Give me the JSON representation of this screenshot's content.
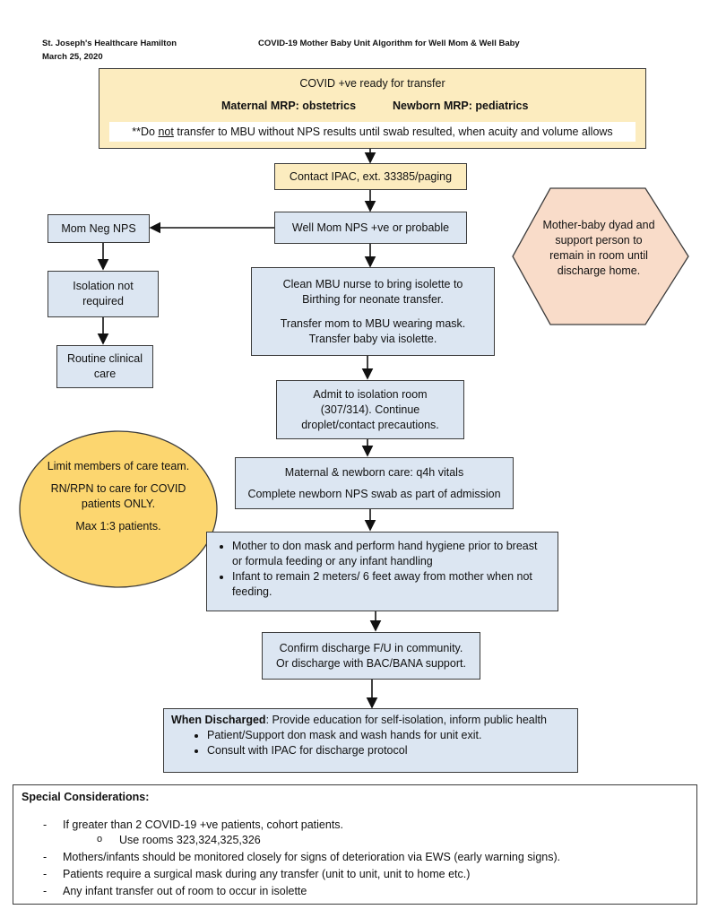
{
  "header": {
    "org": "St. Joseph's Healthcare Hamilton",
    "date": "March 25, 2020",
    "title": "COVID-19 Mother Baby Unit Algorithm for Well Mom & Well Baby"
  },
  "top_box": {
    "line1": "COVID +ve ready for transfer",
    "maternal": "Maternal MRP: obstetrics",
    "newborn": "Newborn MRP: pediatrics",
    "note_pre": "**Do ",
    "note_not": "not",
    "note_post": " transfer to MBU without NPS results until swab resulted, when acuity and volume allows"
  },
  "contact_ipac": "Contact IPAC, ext. 33385/paging",
  "well_mom": "Well Mom NPS +ve or probable",
  "mom_neg": "Mom Neg NPS",
  "isolation_not_required": "Isolation not required",
  "routine_care": "Routine clinical care",
  "clean_nurse": {
    "p1": "Clean MBU nurse to bring isolette to Birthing for neonate transfer.",
    "p2": "Transfer mom to MBU wearing mask. Transfer baby via isolette."
  },
  "admit": "Admit to isolation room (307/314). Continue droplet/contact precautions.",
  "care": {
    "p1": "Maternal & newborn care: q4h vitals",
    "p2": "Complete newborn NPS swab as part of admission"
  },
  "mask_box": {
    "items": [
      "Mother to don mask and perform hand hygiene prior to breast or formula feeding or any infant handling",
      "Infant to remain 2 meters/ 6 feet away from mother when not feeding."
    ]
  },
  "confirm": {
    "l1": "Confirm discharge F/U in community.",
    "l2": "Or discharge with BAC/BANA support."
  },
  "discharged": {
    "label": "When Discharged",
    "text": ": Provide education for self-isolation, inform public health",
    "items": [
      "Patient/Support don mask and wash hands for unit exit.",
      "Consult with IPAC for discharge protocol"
    ]
  },
  "hexagon": "Mother-baby dyad and support person to remain in room until discharge home.",
  "circle": {
    "p1": "Limit members of care team.",
    "p2": "RN/RPN to care for COVID patients ONLY.",
    "p3": "Max 1:3 patients."
  },
  "special": {
    "title": "Special Considerations:",
    "items": [
      "If greater than 2 COVID-19 +ve patients, cohort patients.",
      "Use rooms 323,324,325,326",
      "Mothers/infants should be monitored closely for signs of deterioration via EWS (early warning signs).",
      "Patients require a surgical mask during any transfer (unit to unit, unit to home etc.)",
      "Any infant transfer out of room to occur in isolette"
    ]
  },
  "colors": {
    "yellow_box": "#fcecbf",
    "blue_box": "#dce6f2",
    "hexagon": "#f9dcc9",
    "circle": "#fcd66f"
  }
}
